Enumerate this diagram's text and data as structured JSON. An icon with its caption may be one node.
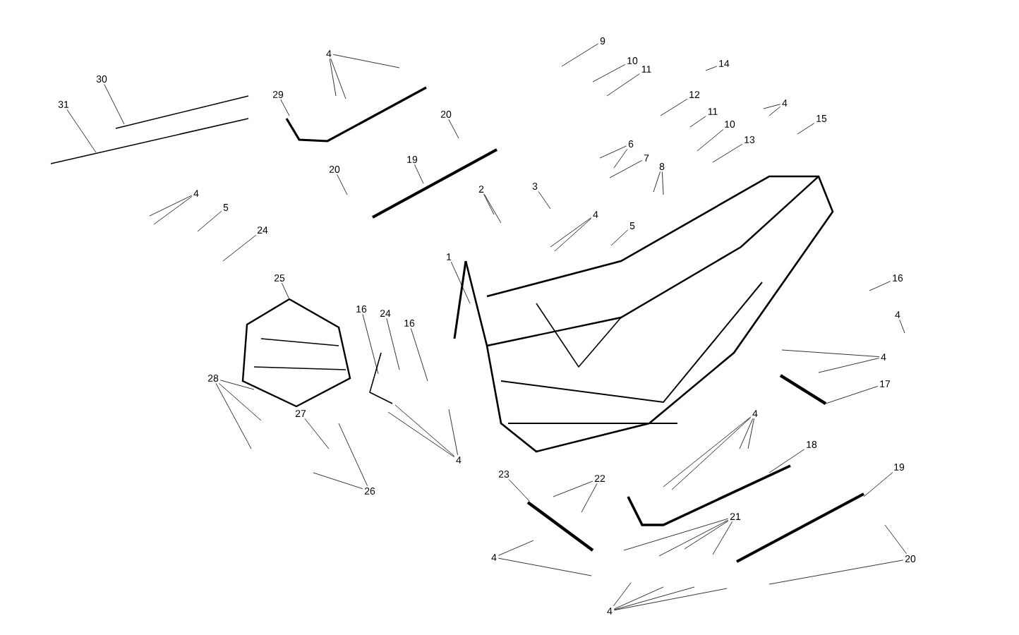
{
  "diagram": {
    "nodes": [
      {
        "text": [
          "30"
        ]
      },
      {
        "text": [
          "31"
        ]
      },
      {
        "text": [
          "4"
        ]
      },
      {
        "text": [
          "29"
        ]
      },
      {
        "text": [
          "20"
        ]
      },
      {
        "text": [
          "20"
        ]
      },
      {
        "text": [
          "19"
        ]
      },
      {
        "text": [
          "4"
        ]
      },
      {
        "text": [
          "5"
        ]
      },
      {
        "text": [
          "24"
        ]
      },
      {
        "text": [
          "2"
        ]
      },
      {
        "text": [
          "1"
        ]
      },
      {
        "text": [
          "25"
        ]
      },
      {
        "text": [
          "16"
        ]
      },
      {
        "text": [
          "24"
        ]
      },
      {
        "text": [
          "16"
        ]
      },
      {
        "text": [
          "28"
        ]
      },
      {
        "text": [
          "27"
        ]
      },
      {
        "text": [
          "26"
        ]
      },
      {
        "text": [
          "4"
        ]
      },
      {
        "text": [
          "9"
        ]
      },
      {
        "text": [
          "10"
        ]
      },
      {
        "text": [
          "11"
        ]
      },
      {
        "text": [
          "14"
        ]
      },
      {
        "text": [
          "12"
        ]
      },
      {
        "text": [
          "11"
        ]
      },
      {
        "text": [
          "4"
        ]
      },
      {
        "text": [
          "15"
        ]
      },
      {
        "text": [
          "10"
        ]
      },
      {
        "text": [
          "13"
        ]
      },
      {
        "text": [
          "6"
        ]
      },
      {
        "text": [
          "7"
        ]
      },
      {
        "text": [
          "8"
        ]
      },
      {
        "text": [
          "3"
        ]
      },
      {
        "text": [
          "4"
        ]
      },
      {
        "text": [
          "5"
        ]
      },
      {
        "text": [
          "16"
        ]
      },
      {
        "text": [
          "4"
        ]
      },
      {
        "text": [
          "4"
        ]
      },
      {
        "text": [
          "17"
        ]
      },
      {
        "text": [
          "4"
        ]
      },
      {
        "text": [
          "18"
        ]
      },
      {
        "text": [
          "19"
        ]
      },
      {
        "text": [
          "22"
        ]
      },
      {
        "text": [
          "23"
        ]
      },
      {
        "text": [
          "21"
        ]
      },
      {
        "text": [
          "20"
        ]
      },
      {
        "text": [
          "4"
        ]
      },
      {
        "text": [
          "4"
        ]
      }
    ],
    "edges": [
      {
        "from": 0,
        "to": null,
        "arrow": "none"
      },
      {
        "from": 1,
        "to": null,
        "arrow": "none"
      },
      {
        "from": 2,
        "to": null,
        "arrow": "none"
      },
      {
        "from": 2,
        "to": null,
        "arrow": "none"
      },
      {
        "from": 2,
        "to": null,
        "arrow": "none"
      },
      {
        "from": 3,
        "to": null,
        "arrow": "none"
      },
      {
        "from": 4,
        "to": null,
        "arrow": "none"
      },
      {
        "from": 5,
        "to": null,
        "arrow": "none"
      },
      {
        "from": 6,
        "to": null,
        "arrow": "none"
      },
      {
        "from": 7,
        "to": null,
        "arrow": "none"
      },
      {
        "from": 7,
        "to": null,
        "arrow": "none"
      },
      {
        "from": 8,
        "to": null,
        "arrow": "none"
      },
      {
        "from": 9,
        "to": null,
        "arrow": "none"
      },
      {
        "from": 10,
        "to": null,
        "arrow": "none"
      },
      {
        "from": 10,
        "to": null,
        "arrow": "none"
      },
      {
        "from": 11,
        "to": null,
        "arrow": "none"
      },
      {
        "from": 12,
        "to": null,
        "arrow": "none"
      },
      {
        "from": 13,
        "to": null,
        "arrow": "none"
      },
      {
        "from": 14,
        "to": null,
        "arrow": "none"
      },
      {
        "from": 15,
        "to": null,
        "arrow": "none"
      },
      {
        "from": 16,
        "to": null,
        "arrow": "none"
      },
      {
        "from": 16,
        "to": null,
        "arrow": "none"
      },
      {
        "from": 16,
        "to": null,
        "arrow": "none"
      },
      {
        "from": 17,
        "to": null,
        "arrow": "none"
      },
      {
        "from": 18,
        "to": null,
        "arrow": "none"
      },
      {
        "from": 18,
        "to": null,
        "arrow": "none"
      },
      {
        "from": 19,
        "to": null,
        "arrow": "none"
      },
      {
        "from": 19,
        "to": null,
        "arrow": "none"
      },
      {
        "from": 19,
        "to": null,
        "arrow": "none"
      },
      {
        "from": 20,
        "to": null,
        "arrow": "none"
      },
      {
        "from": 21,
        "to": null,
        "arrow": "none"
      },
      {
        "from": 22,
        "to": null,
        "arrow": "none"
      },
      {
        "from": 23,
        "to": null,
        "arrow": "none"
      },
      {
        "from": 24,
        "to": null,
        "arrow": "none"
      },
      {
        "from": 25,
        "to": null,
        "arrow": "none"
      },
      {
        "from": 26,
        "to": null,
        "arrow": "none"
      },
      {
        "from": 26,
        "to": null,
        "arrow": "none"
      },
      {
        "from": 27,
        "to": null,
        "arrow": "none"
      },
      {
        "from": 28,
        "to": null,
        "arrow": "none"
      },
      {
        "from": 29,
        "to": null,
        "arrow": "none"
      },
      {
        "from": 30,
        "to": null,
        "arrow": "none"
      },
      {
        "from": 30,
        "to": null,
        "arrow": "none"
      },
      {
        "from": 31,
        "to": null,
        "arrow": "none"
      },
      {
        "from": 32,
        "to": null,
        "arrow": "none"
      },
      {
        "from": 32,
        "to": null,
        "arrow": "none"
      },
      {
        "from": 33,
        "to": null,
        "arrow": "none"
      },
      {
        "from": 34,
        "to": null,
        "arrow": "none"
      },
      {
        "from": 34,
        "to": null,
        "arrow": "none"
      },
      {
        "from": 35,
        "to": null,
        "arrow": "none"
      },
      {
        "from": 36,
        "to": null,
        "arrow": "none"
      },
      {
        "from": 37,
        "to": null,
        "arrow": "none"
      },
      {
        "from": 38,
        "to": null,
        "arrow": "none"
      },
      {
        "from": 38,
        "to": null,
        "arrow": "none"
      },
      {
        "from": 39,
        "to": null,
        "arrow": "none"
      },
      {
        "from": 40,
        "to": null,
        "arrow": "none"
      },
      {
        "from": 40,
        "to": null,
        "arrow": "none"
      },
      {
        "from": 40,
        "to": null,
        "arrow": "none"
      },
      {
        "from": 40,
        "to": null,
        "arrow": "none"
      },
      {
        "from": 41,
        "to": null,
        "arrow": "none"
      },
      {
        "from": 42,
        "to": null,
        "arrow": "none"
      },
      {
        "from": 43,
        "to": null,
        "arrow": "none"
      },
      {
        "from": 43,
        "to": null,
        "arrow": "none"
      },
      {
        "from": 44,
        "to": null,
        "arrow": "none"
      },
      {
        "from": 45,
        "to": null,
        "arrow": "none"
      },
      {
        "from": 45,
        "to": null,
        "arrow": "none"
      },
      {
        "from": 45,
        "to": null,
        "arrow": "none"
      },
      {
        "from": 45,
        "to": null,
        "arrow": "none"
      },
      {
        "from": 46,
        "to": null,
        "arrow": "none"
      },
      {
        "from": 46,
        "to": null,
        "arrow": "none"
      },
      {
        "from": 47,
        "to": null,
        "arrow": "none"
      },
      {
        "from": 47,
        "to": null,
        "arrow": "none"
      },
      {
        "from": 48,
        "to": null,
        "arrow": "none"
      },
      {
        "from": 48,
        "to": null,
        "arrow": "none"
      },
      {
        "from": 48,
        "to": null,
        "arrow": "none"
      },
      {
        "from": 48,
        "to": null,
        "arrow": "none"
      }
    ]
  }
}
